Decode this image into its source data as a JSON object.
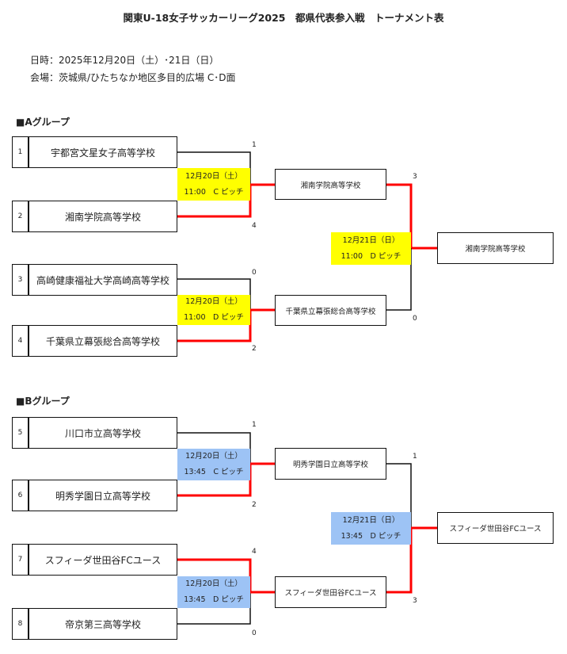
{
  "title": "関東U-18女子サッカーリーグ2025　都県代表参入戦　トーナメント表",
  "info": {
    "datetime": "日時：2025年12月20日（土）･21日（日）",
    "venue": "会場：茨城県/ひたちなか地区多目的広場 C･D面"
  },
  "colors": {
    "winner_line": "#ff0000",
    "group_a_date_bg": "#ffff00",
    "group_b_date_bg": "#9dc3f5"
  },
  "groups": [
    {
      "label": "■Aグループ",
      "teams": [
        {
          "no": "1",
          "name": "宇都宮文星女子高等学校"
        },
        {
          "no": "2",
          "name": "湘南学院高等学校"
        },
        {
          "no": "3",
          "name": "高崎健康福祉大学高崎高等学校"
        },
        {
          "no": "4",
          "name": "千葉県立幕張総合高等学校"
        }
      ],
      "round1": [
        {
          "date": "12月20日（土）",
          "time": "11:00　C ピッチ",
          "score_top": "1",
          "score_bottom": "4",
          "winner": "湘南学院高等学校"
        },
        {
          "date": "12月20日（土）",
          "time": "11:00　D ピッチ",
          "score_top": "0",
          "score_bottom": "2",
          "winner": "千葉県立幕張総合高等学校"
        }
      ],
      "final": {
        "date": "12月21日（日）",
        "time": "11:00　D ピッチ",
        "score_top": "3",
        "score_bottom": "0",
        "winner": "湘南学院高等学校"
      }
    },
    {
      "label": "■Bグループ",
      "teams": [
        {
          "no": "5",
          "name": "川口市立高等学校"
        },
        {
          "no": "6",
          "name": "明秀学園日立高等学校"
        },
        {
          "no": "7",
          "name": "スフィーダ世田谷FCユース"
        },
        {
          "no": "8",
          "name": "帝京第三高等学校"
        }
      ],
      "round1": [
        {
          "date": "12月20日（土）",
          "time": "13:45　C ピッチ",
          "score_top": "1",
          "score_bottom": "2",
          "winner": "明秀学園日立高等学校"
        },
        {
          "date": "12月20日（土）",
          "time": "13:45　D ピッチ",
          "score_top": "4",
          "score_bottom": "0",
          "winner": "スフィーダ世田谷FCユース"
        }
      ],
      "final": {
        "date": "12月21日（日）",
        "time": "13:45　D ピッチ",
        "score_top": "1",
        "score_bottom": "3",
        "winner": "スフィーダ世田谷FCユース"
      }
    }
  ]
}
